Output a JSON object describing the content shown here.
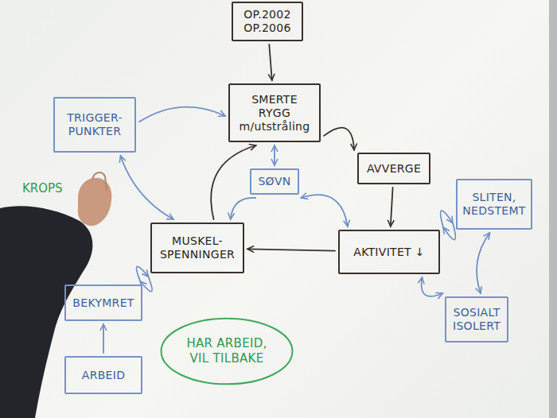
{
  "diagram": {
    "nodes": [
      {
        "text": [
          "OP.2002 OP.2006"
        ]
      },
      {
        "text": [
          "SMERTE RYGG m/utstråling"
        ]
      },
      {
        "text": [
          "TRIGGER- PUNKTER"
        ]
      },
      {
        "text": [
          "AVVERGE"
        ]
      },
      {
        "text": [
          "SØVN"
        ]
      },
      {
        "text": [
          "MUSKEL- SPENNINGER"
        ]
      },
      {
        "text": [
          "AKTIVITET ↓"
        ]
      },
      {
        "text": [
          "SLITEN, NEDSTEMT"
        ]
      },
      {
        "text": [
          "SOSIALT ISOLERT"
        ]
      },
      {
        "text": [
          "BEKYMRET"
        ]
      },
      {
        "text": [
          "ARBEID"
        ]
      },
      {
        "text": [
          "HAR ARBEID, VIL TILBAKE"
        ]
      }
    ],
    "edges": [
      {
        "from": 0,
        "to": 1,
        "arrow": "to"
      },
      {
        "from": 2,
        "to": 1,
        "arrow": "to"
      },
      {
        "from": 2,
        "to": 5,
        "arrow": "both"
      },
      {
        "from": 5,
        "to": 1,
        "arrow": "to"
      },
      {
        "from": 1,
        "to": 4,
        "arrow": "both"
      },
      {
        "from": 4,
        "to": 5,
        "arrow": "to"
      },
      {
        "from": 4,
        "to": 6,
        "arrow": "both"
      },
      {
        "from": 1,
        "to": 3,
        "arrow": "to"
      },
      {
        "from": 3,
        "to": 6,
        "arrow": "to"
      },
      {
        "from": 6,
        "to": 5,
        "arrow": "to"
      },
      {
        "from": 6,
        "to": 7,
        "arrow": "to"
      },
      {
        "from": 7,
        "to": 6,
        "arrow": "to"
      },
      {
        "from": 7,
        "to": 8,
        "arrow": "both"
      },
      {
        "from": 8,
        "to": 6,
        "arrow": "both"
      },
      {
        "from": 9,
        "to": 5,
        "arrow": "to"
      },
      {
        "from": 5,
        "to": 9,
        "arrow": "to"
      },
      {
        "from": 10,
        "to": 9,
        "arrow": "to"
      }
    ],
    "labels": [
      "KROPS"
    ]
  }
}
